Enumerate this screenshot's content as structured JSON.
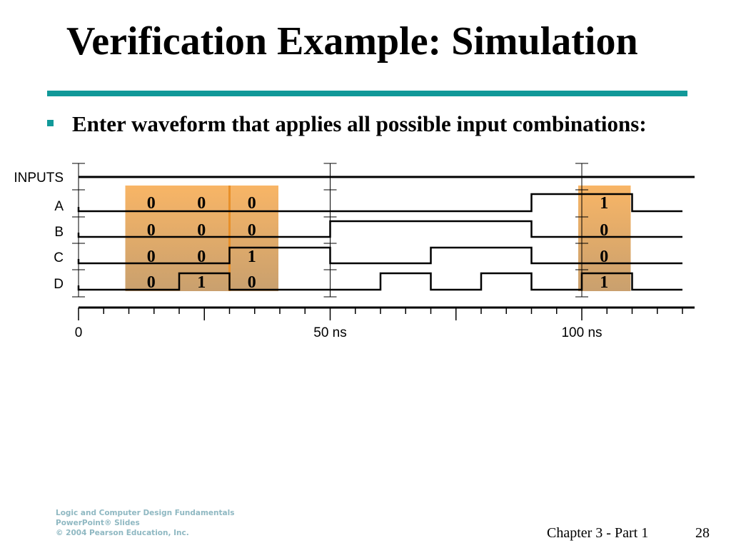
{
  "slide": {
    "title": "Verification Example: Simulation",
    "bullet": "Enter waveform that applies all possible input combinations:",
    "accent_color": "#119999",
    "highlight_color": "#f6b060"
  },
  "waveform": {
    "group_label": "INPUTS",
    "signals": [
      {
        "name": "A",
        "transitions": [
          [
            0,
            0
          ],
          [
            90,
            1
          ],
          [
            110,
            0
          ]
        ],
        "end": 120
      },
      {
        "name": "B",
        "transitions": [
          [
            0,
            0
          ],
          [
            50,
            1
          ],
          [
            90,
            0
          ]
        ],
        "end": 120
      },
      {
        "name": "C",
        "transitions": [
          [
            0,
            0
          ],
          [
            30,
            1
          ],
          [
            50,
            0
          ],
          [
            70,
            1
          ],
          [
            90,
            0
          ]
        ],
        "end": 120
      },
      {
        "name": "D",
        "transitions": [
          [
            0,
            0
          ],
          [
            20,
            1
          ],
          [
            30,
            0
          ],
          [
            60,
            1
          ],
          [
            70,
            0
          ],
          [
            80,
            1
          ],
          [
            90,
            0
          ],
          [
            100,
            1
          ],
          [
            110,
            0
          ]
        ],
        "end": 120
      }
    ],
    "time_labels": [
      {
        "t": 0,
        "text": "0"
      },
      {
        "t": 50,
        "text": "50 ns"
      },
      {
        "t": 100,
        "text": "100 ns"
      }
    ],
    "highlights": [
      {
        "start": 10,
        "end": 40,
        "columns": [
          {
            "t": 15,
            "bits": [
              "0",
              "0",
              "0",
              "0"
            ]
          },
          {
            "t": 25,
            "bits": [
              "0",
              "0",
              "0",
              "1"
            ]
          },
          {
            "t": 35,
            "bits": [
              "0",
              "0",
              "1",
              "0"
            ]
          }
        ]
      },
      {
        "start": 100,
        "end": 110,
        "columns": [
          {
            "t": 105,
            "bits": [
              "1",
              "0",
              "0",
              "1"
            ]
          }
        ]
      }
    ]
  },
  "footer": {
    "logo_lines": [
      "Logic and Computer Design Fundamentals",
      "PowerPoint® Slides",
      "© 2004 Pearson Education, Inc."
    ],
    "chapter": "Chapter 3 - Part 1",
    "page": "28"
  }
}
